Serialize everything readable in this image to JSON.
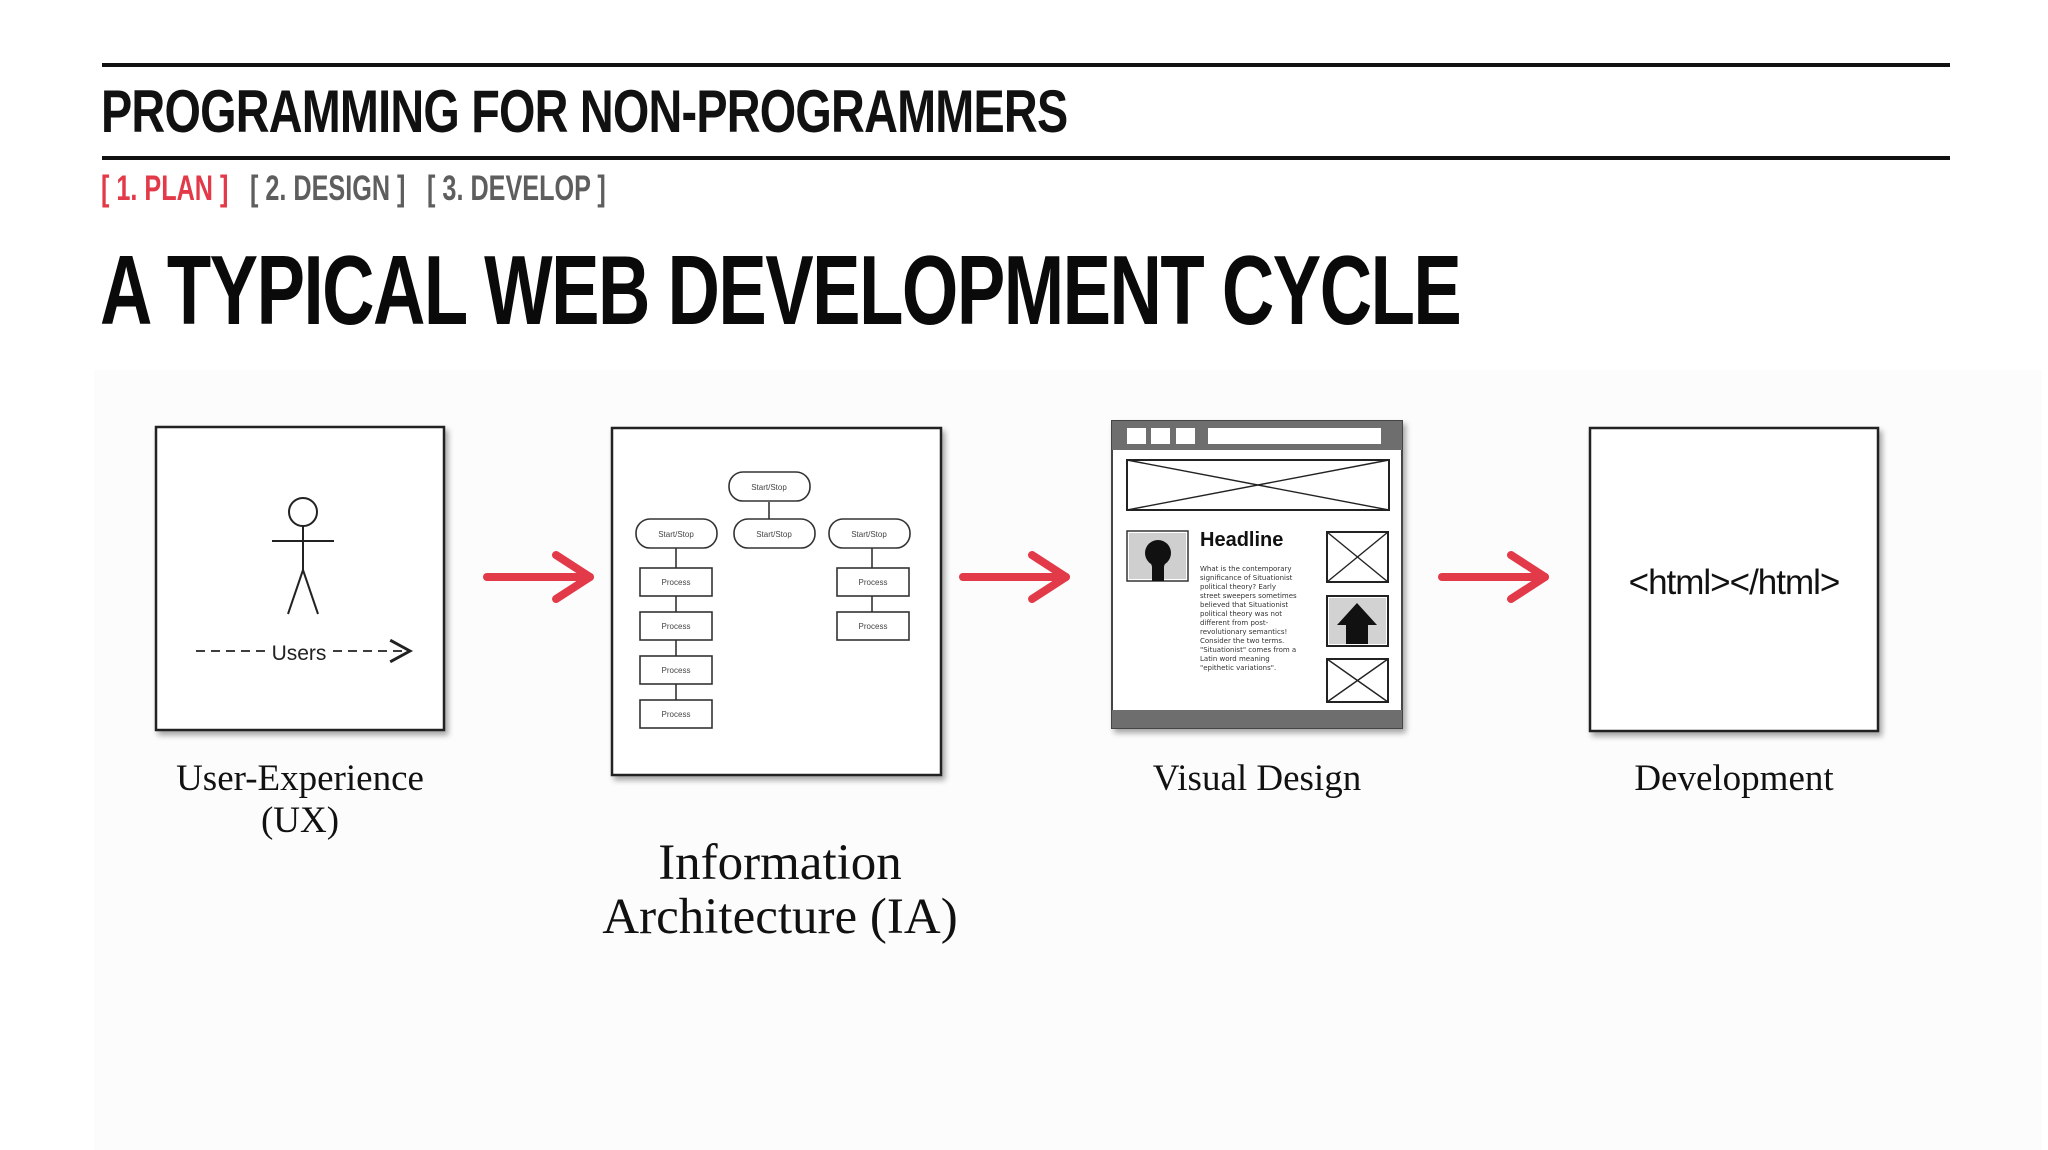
{
  "header": {
    "course_title": "PROGRAMMING FOR NON-PROGRAMMERS",
    "breadcrumb": [
      {
        "label": "[ 1. PLAN ]",
        "active": true
      },
      {
        "label": "[ 2. DESIGN ]",
        "active": false
      },
      {
        "label": "[ 3. DEVELOP ]",
        "active": false
      }
    ],
    "slide_title": "A TYPICAL WEB DEVELOPMENT CYCLE"
  },
  "colors": {
    "accent": "#e23a48",
    "inactive_crumb": "#5e5e5e",
    "text": "#111111"
  },
  "steps": [
    {
      "caption_line1": "User-Experience",
      "caption_line2": "(UX)",
      "icon": "stick-figure-icon",
      "flow_label": "Users"
    },
    {
      "caption_line1": "Information",
      "caption_line2": "Architecture (IA)",
      "icon": "flowchart-icon",
      "nodes": {
        "root": "Start/Stop",
        "left": "Start/Stop",
        "middle": "Start/Stop",
        "right": "Start/Stop",
        "process": "Process"
      }
    },
    {
      "caption_line1": "Visual Design",
      "icon": "wireframe-icon",
      "headline": "Headline",
      "body_lines": [
        "What is the contemporary",
        "significance of Situationist",
        "political theory? Early",
        "street sweepers sometimes",
        "believed that Situationist",
        "political theory was not",
        "different from post-",
        "revolutionary semantics!",
        "Consider the two terms.",
        "\"Situationist\" comes from a",
        "Latin word meaning",
        "\"epithetic variations\"."
      ]
    },
    {
      "caption_line1": "Development",
      "icon": "code-icon",
      "code": "<html></html>"
    }
  ],
  "arrows": [
    "arrow-right-icon",
    "arrow-right-icon",
    "arrow-right-icon"
  ]
}
